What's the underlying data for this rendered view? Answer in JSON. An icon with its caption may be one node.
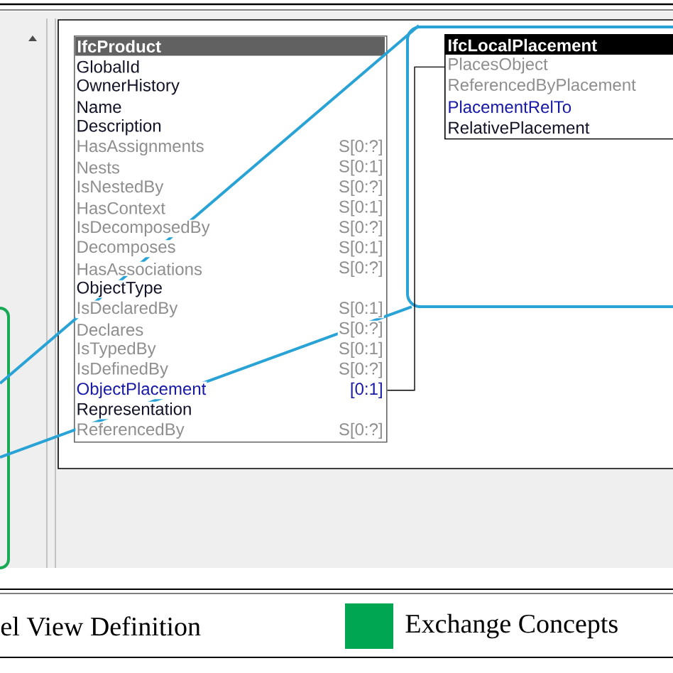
{
  "diagram": {
    "nodes": [
      {
        "text": [
          "IfcProduct",
          "GlobalId",
          "OwnerHistory",
          "Name",
          "Description",
          "HasAssignments",
          "Nests",
          "IsNestedBy",
          "HasContext",
          "IsDecomposedBy",
          "Decomposes",
          "HasAssociations",
          "ObjectType",
          "IsDeclaredBy",
          "Declares",
          "IsTypedBy",
          "IsDefinedBy",
          "ObjectPlacement",
          "Representation",
          "ReferencedBy"
        ]
      },
      {
        "text": [],
        "shape": "box"
      },
      {
        "text": [
          "IfcLocalPlacement",
          "PlacesObject",
          "ReferencedByPlacement",
          "PlacementRelTo",
          "RelativePlacement"
        ],
        "in": 1
      },
      {
        "text": [],
        "shape": "box"
      }
    ],
    "edges": [
      {
        "from": 0,
        "to": 2,
        "arrow": "none",
        "color": "#000000"
      },
      {
        "from": 3,
        "to": 1,
        "arrow": "none"
      },
      {
        "from": 3,
        "to": 1,
        "arrow": "none"
      }
    ],
    "labels": [
      "S[0:?]",
      "S[0:1]",
      "S[0:?]",
      "S[0:1]",
      "S[0:?]",
      "S[0:1]",
      "S[0:?]",
      "S[0:1]",
      "S[0:?]",
      "S[0:1]",
      "S[0:?]",
      "[0:1]",
      "S[0:?]"
    ],
    "legend": [
      {
        "text": "el View Definition"
      },
      {
        "text": "Exchange Concepts",
        "color": "#00a651"
      }
    ]
  }
}
